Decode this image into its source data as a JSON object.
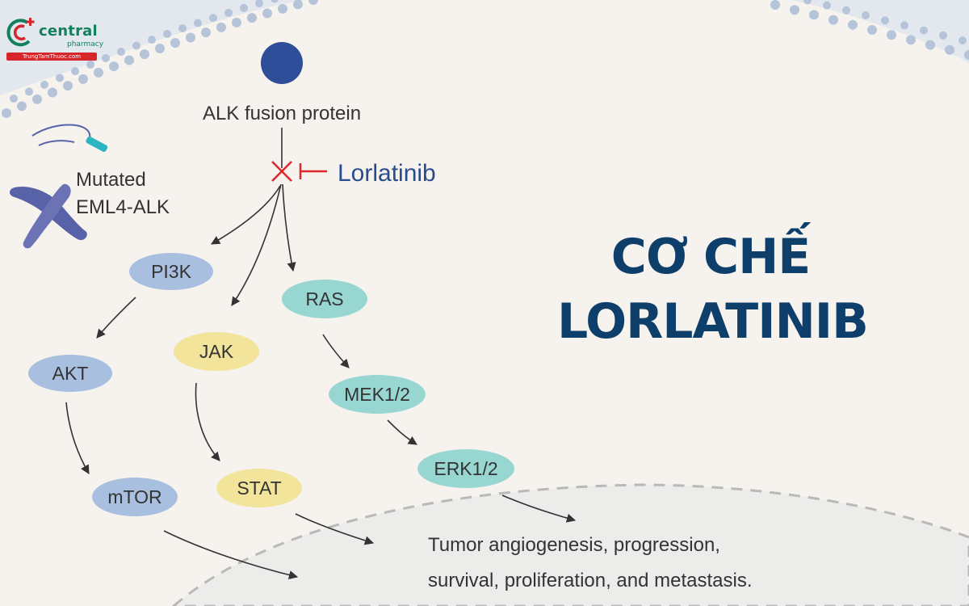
{
  "logo": {
    "brand": "central",
    "sub": "pharmacy",
    "bar": "TrungTamThuoc.com"
  },
  "title": {
    "line1": "CƠ CHẾ",
    "line2": "LORLATINIB"
  },
  "diagram": {
    "alk": "ALK fusion protein",
    "mutation_line1": "Mutated",
    "mutation_line2": "EML4-ALK",
    "drug": "Lorlatinib",
    "nodes": {
      "pi3k": "PI3K",
      "akt": "AKT",
      "mtor": "mTOR",
      "jak": "JAK",
      "stat": "STAT",
      "ras": "RAS",
      "mek": "MEK1/2",
      "erk": "ERK1/2"
    },
    "outcome_line1": "Tumor angiogenesis, progression,",
    "outcome_line2": "survival, proliferation, and metastasis."
  },
  "colors": {
    "background": "#f6f3ee",
    "title": "#0e3f6b",
    "drug": "#2a4b8d",
    "inhibit": "#e0252b",
    "pi3k_path": "#a9bfe0",
    "jak_path": "#f2e49a",
    "ras_path": "#98d6d2",
    "nucleus": "#ececea"
  }
}
